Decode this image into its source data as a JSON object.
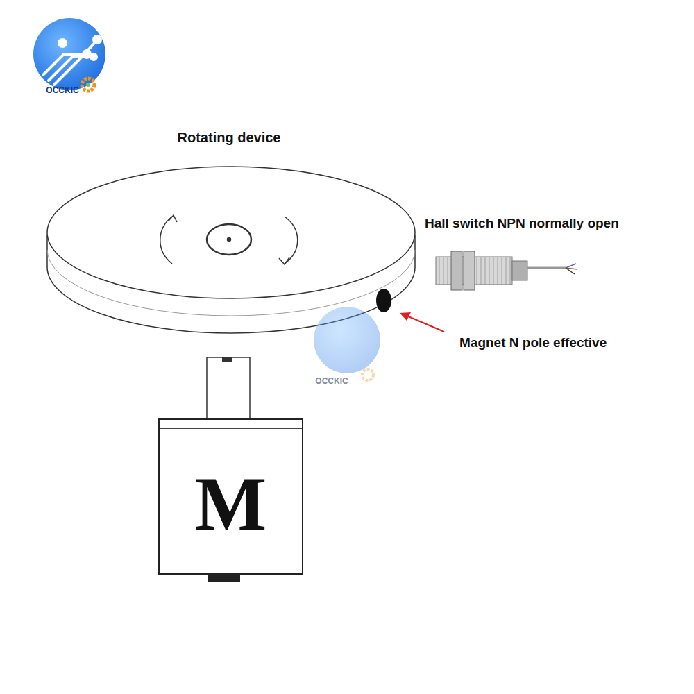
{
  "diagram": {
    "nodes": [
      {
        "text": [
          "M"
        ]
      }
    ],
    "labels": [
      "OCCKIC",
      "Rotating device",
      "Hall switch NPN normally open",
      "Magnet N pole effective",
      "OCCKIC"
    ]
  }
}
